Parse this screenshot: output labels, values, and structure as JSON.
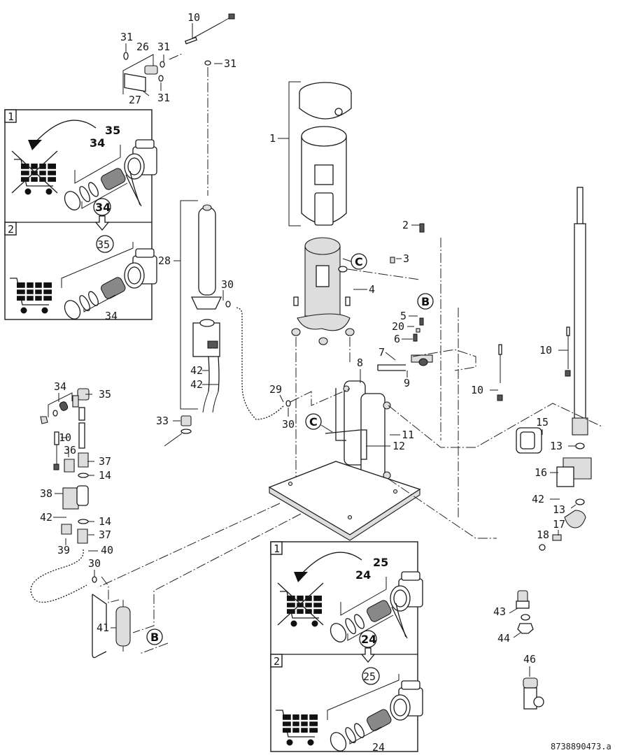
{
  "diagram": {
    "type": "exploded parts view",
    "document_number": "8738890473.a",
    "callouts": {
      "c1": "1",
      "c2": "2",
      "c3": "3",
      "c4": "4",
      "c5": "5",
      "c6": "6",
      "c7": "7",
      "c8": "8",
      "c9": "9",
      "c10a": "10",
      "c10b": "10",
      "c10c": "10",
      "c10d": "10",
      "c11": "11",
      "c12": "12",
      "c13a": "13",
      "c13b": "13",
      "c14a": "14",
      "c14b": "14",
      "c15": "15",
      "c16": "16",
      "c17": "17",
      "c18": "18",
      "c20": "20",
      "c26": "26",
      "c27": "27",
      "c28": "28",
      "c29": "29",
      "c30a": "30",
      "c30b": "30",
      "c30c": "30",
      "c31a": "31",
      "c31b": "31",
      "c31c": "31",
      "c31d": "31",
      "c33": "33",
      "c34": "34",
      "c35": "35",
      "c36": "36",
      "c37a": "37",
      "c37b": "37",
      "c38": "38",
      "c39": "39",
      "c40": "40",
      "c41": "41",
      "c42a": "42",
      "c42b": "42",
      "c42c": "42",
      "c42d": "42",
      "c43": "43",
      "c44": "44",
      "c46": "46"
    },
    "connectors": {
      "b1": "B",
      "b2": "B",
      "c1": "C",
      "c2": "C"
    },
    "inset_top": {
      "step1": "1",
      "step2": "2",
      "part_main": "35",
      "part_sub": "34",
      "circled_sub": "34",
      "circled_main": "35",
      "bottom_label": "34",
      "step1_icon": "shopping-cart-crossed-icon",
      "step2_icon": "shopping-cart-icon"
    },
    "inset_bottom": {
      "step1": "1",
      "step2": "2",
      "part_main": "25",
      "part_sub": "24",
      "circled_sub": "24",
      "circled_main": "25",
      "bottom_label": "24",
      "step1_icon": "shopping-cart-crossed-icon",
      "step2_icon": "shopping-cart-icon"
    }
  }
}
